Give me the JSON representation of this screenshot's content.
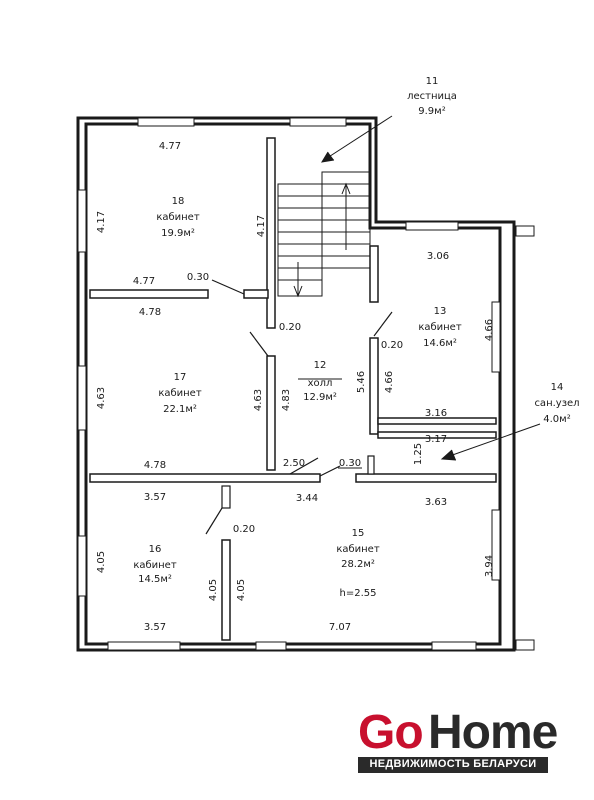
{
  "rooms": [
    {
      "num": "11",
      "name": "лестница",
      "area": "9.9м²"
    },
    {
      "num": "18",
      "name": "кабинет",
      "area": "19.9м²"
    },
    {
      "num": "13",
      "name": "кабинет",
      "area": "14.6м²"
    },
    {
      "num": "12",
      "name": "холл",
      "area": "12.9м²"
    },
    {
      "num": "17",
      "name": "кабинет",
      "area": "22.1м²"
    },
    {
      "num": "14",
      "name": "сан.узел",
      "area": "4.0м²"
    },
    {
      "num": "16",
      "name": "кабинет",
      "area": "14.5м²"
    },
    {
      "num": "15",
      "name": "кабинет",
      "area": "28.2м²"
    }
  ],
  "ceiling_height": "h=2.55",
  "dimensions": {
    "d_477_top": "4.77",
    "d_417_left": "4.17",
    "d_417_mid": "4.17",
    "d_477_mid": "4.77",
    "d_030_a": "0.30",
    "d_478_a": "4.78",
    "d_020_a": "0.20",
    "d_306": "3.06",
    "d_466_right": "4.66",
    "d_020_b": "0.20",
    "d_546": "5.46",
    "d_466_mid": "4.66",
    "d_463_left": "4.63",
    "d_463_mid": "4.63",
    "d_483": "4.83",
    "d_316": "3.16",
    "d_317": "3.17",
    "d_125": "1.25",
    "d_478_b": "4.78",
    "d_250": "2.50",
    "d_030_b": "0.30",
    "d_357_top": "3.57",
    "d_344": "3.44",
    "d_363": "3.63",
    "d_020_c": "0.20",
    "d_405_left": "4.05",
    "d_405_mid1": "4.05",
    "d_405_mid2": "4.05",
    "d_394": "3.94",
    "d_357_bot": "3.57",
    "d_707": "7.07"
  },
  "logo": {
    "go": "Go",
    "home": "Home",
    "tagline": "НЕДВИЖИМОСТЬ БЕЛАРУСИ",
    "brand_red": "#c8102e",
    "brand_dark": "#2a2a2a"
  }
}
